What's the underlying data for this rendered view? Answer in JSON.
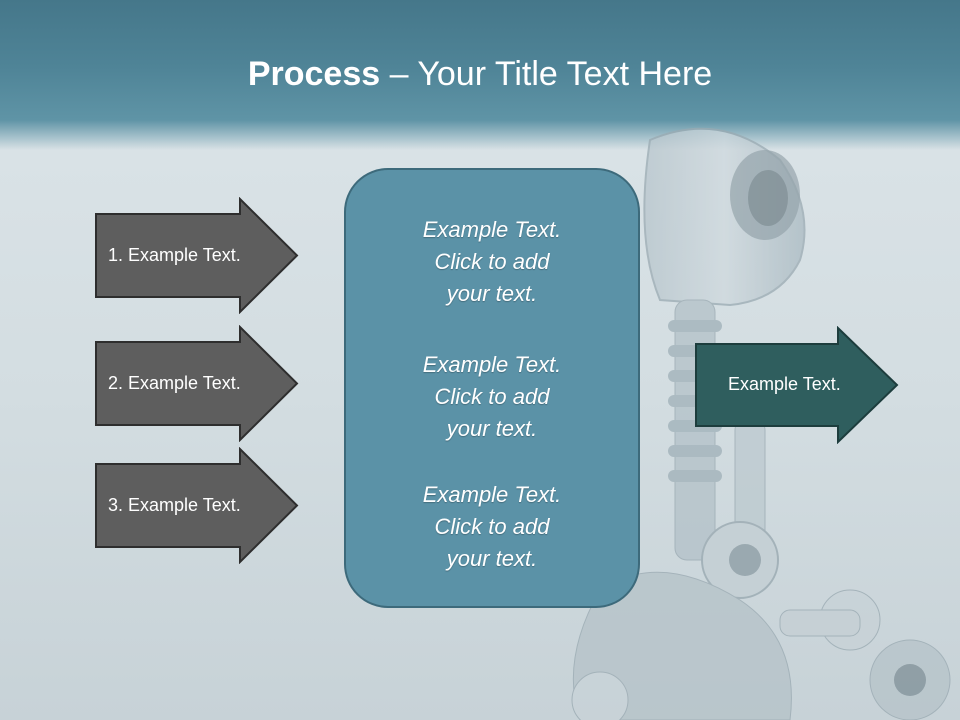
{
  "title": {
    "bold": "Process",
    "rest": " – Your Title Text Here"
  },
  "left_arrows": [
    {
      "label": "1. Example Text."
    },
    {
      "label": "2. Example Text."
    },
    {
      "label": "3. Example Text."
    }
  ],
  "center_box": {
    "blocks": [
      {
        "line1": "Example Text.",
        "line2": "Click  to add",
        "line3": "your text."
      },
      {
        "line1": "Example Text.",
        "line2": "Click  to add",
        "line3": "your text."
      },
      {
        "line1": "Example Text.",
        "line2": "Click  to add",
        "line3": "your text."
      }
    ]
  },
  "right_arrow": {
    "label": "Example Text."
  },
  "colors": {
    "header": "#4f8497",
    "left_arrow_fill": "#5e5e5e",
    "center_box_fill": "#5b92a7",
    "right_arrow_fill": "#2f5e5e"
  },
  "background_image": "robot-illustration"
}
